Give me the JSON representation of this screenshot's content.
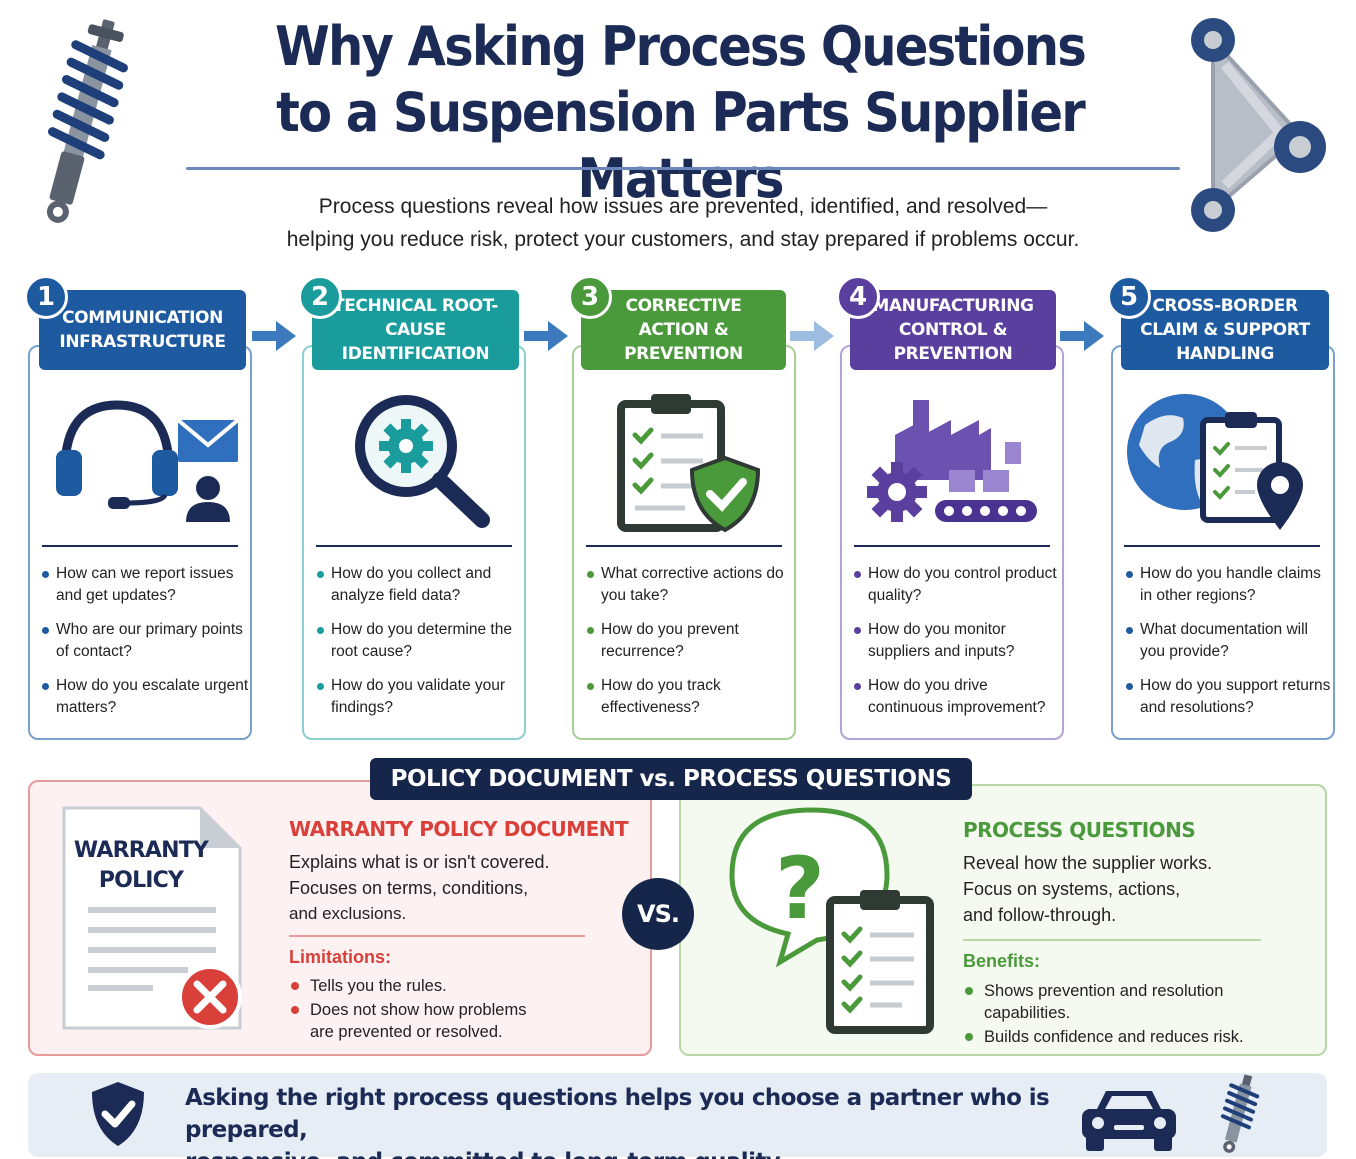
{
  "header": {
    "title_line1": "Why Asking Process Questions",
    "title_line2": "to a Suspension Parts Supplier Matters",
    "subtitle_line1": "Process questions reveal how issues are prevented, identified, and resolved—",
    "subtitle_line2": "helping you reduce risk, protect your customers, and stay prepared if problems occur."
  },
  "steps": [
    {
      "number": "1",
      "title": "COMMUNICATION INFRASTRUCTURE",
      "color": "#1e5aa0",
      "icon": "headset-mail-icon",
      "questions": [
        "How can we report issues and get updates?",
        "Who are our primary points of contact?",
        "How do you escalate urgent matters?"
      ]
    },
    {
      "number": "2",
      "title": "TECHNICAL ROOT-CAUSE IDENTIFICATION",
      "color": "#1a9c9c",
      "icon": "magnifier-gear-icon",
      "questions": [
        "How do you collect and analyze field data?",
        "How do you determine the root cause?",
        "How do you validate your findings?"
      ]
    },
    {
      "number": "3",
      "title": "CORRECTIVE ACTION & PREVENTION",
      "color": "#4a9a3c",
      "icon": "clipboard-shield-icon",
      "questions": [
        "What corrective actions do you take?",
        "How do you prevent recurrence?",
        "How do you track effectiveness?"
      ]
    },
    {
      "number": "4",
      "title": "MANUFACTURING CONTROL & PREVENTION",
      "color": "#5b3f9e",
      "icon": "factory-icon",
      "questions": [
        "How do you control product quality?",
        "How do you monitor suppliers and inputs?",
        "How do you drive continuous improvement?"
      ]
    },
    {
      "number": "5",
      "title": "CROSS-BORDER CLAIM & SUPPORT HANDLING",
      "color": "#1e5aa0",
      "icon": "globe-clipboard-pin-icon",
      "questions": [
        "How do you handle claims in other regions?",
        "What documentation will you provide?",
        "How do you support returns and resolutions?"
      ]
    }
  ],
  "comparison": {
    "banner": "POLICY DOCUMENT vs. PROCESS QUESTIONS",
    "vs_label": "VS.",
    "left": {
      "doc_label_line1": "WARRANTY",
      "doc_label_line2": "POLICY",
      "title": "WARRANTY POLICY DOCUMENT",
      "text_line1": "Explains what is or isn't covered.",
      "text_line2": "Focuses on terms, conditions,",
      "text_line3": "and exclusions.",
      "sub_title": "Limitations:",
      "items": [
        "Tells you the rules.",
        "Does not show how problems are prevented or resolved."
      ]
    },
    "right": {
      "title": "PROCESS QUESTIONS",
      "text_line1": "Reveal how the supplier works.",
      "text_line2": "Focus on systems, actions,",
      "text_line3": "and follow-through.",
      "sub_title": "Benefits:",
      "items": [
        "Shows prevention and resolution capabilities.",
        "Builds confidence and reduces risk."
      ]
    }
  },
  "footer": {
    "line1": "Asking the right process questions helps you choose a partner who is prepared,",
    "line2": "responsive, and committed to long-term quality."
  },
  "colors": {
    "navy": "#1b2b55",
    "red": "#d9403a",
    "green": "#4a9a3c"
  }
}
